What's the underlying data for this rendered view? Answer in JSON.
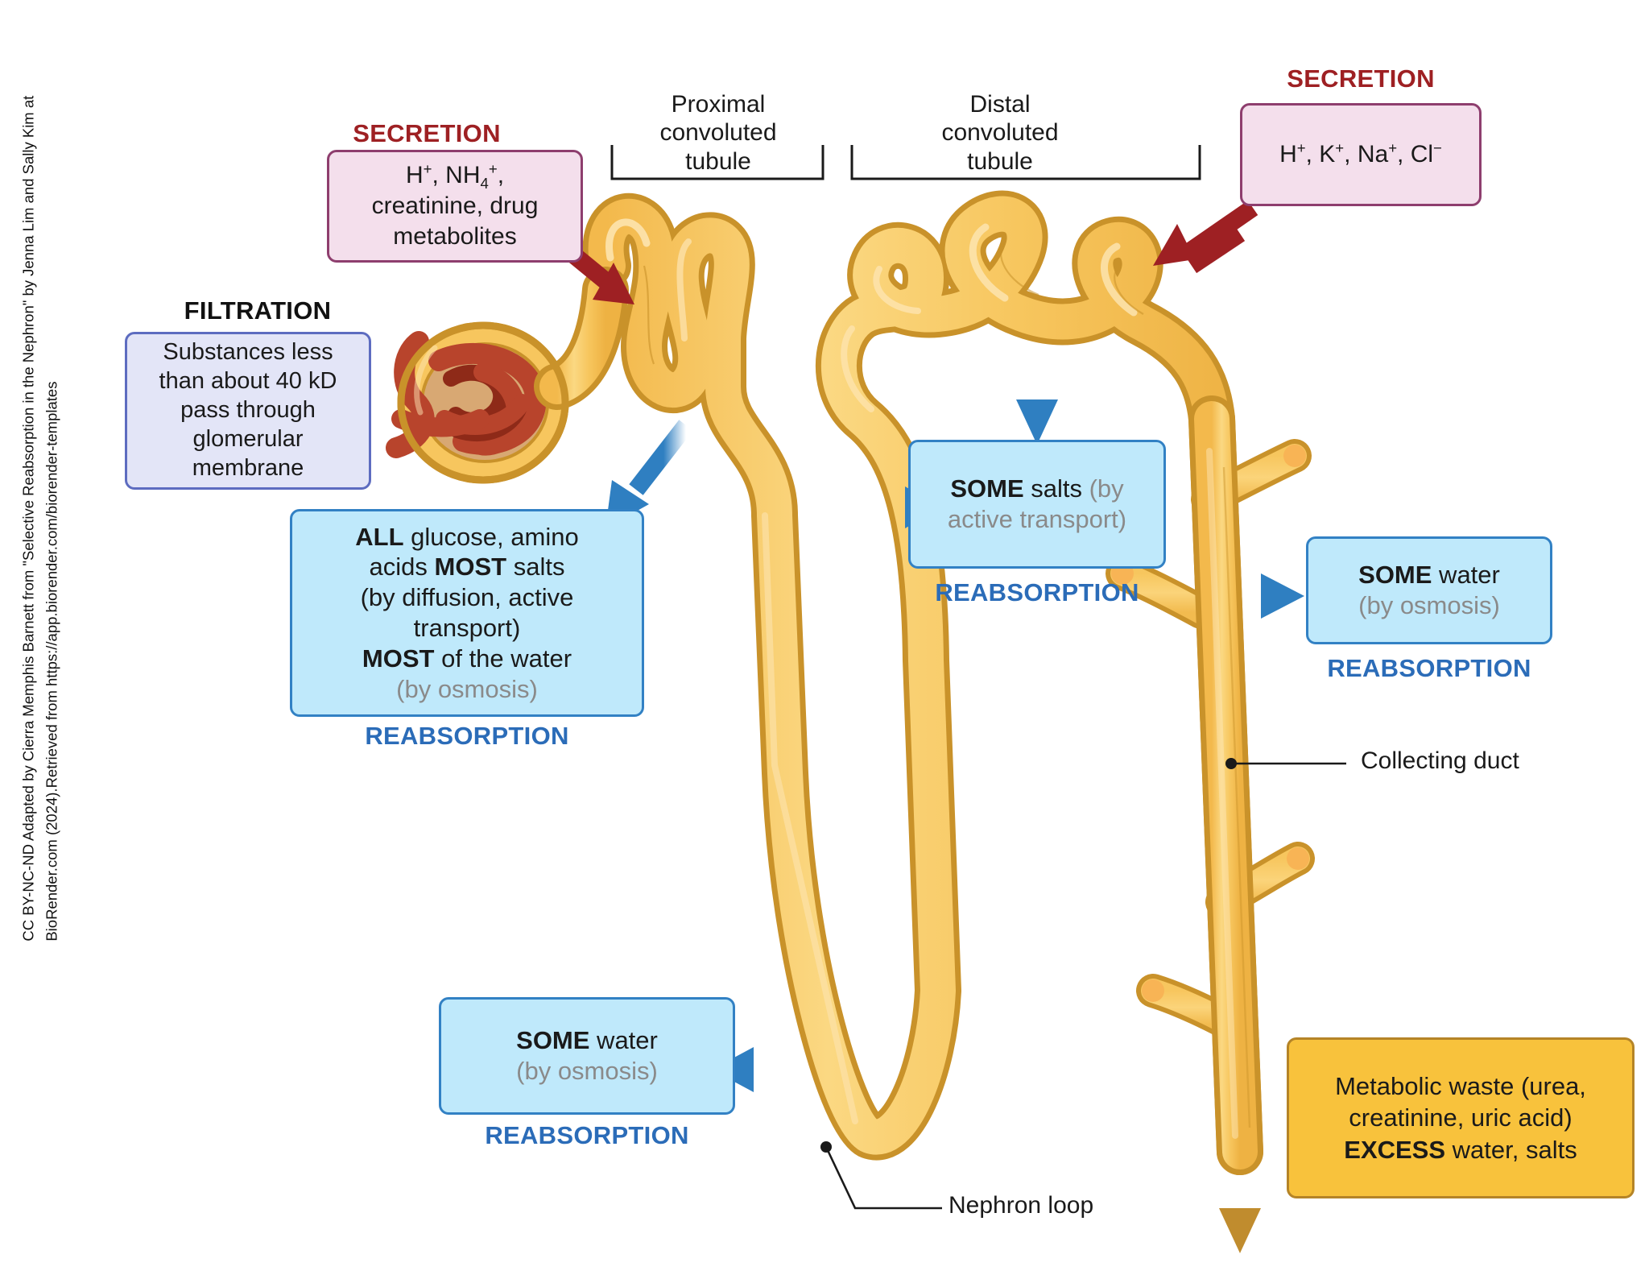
{
  "attribution": "CC BY-NC-ND Adapted by Cierra Memphis Barnett from \"Selective Reabsorption in the Nephron\" by Jenna Lim and Sally Kim at BioRender.com (2024).Retrieved from https://app.biorender.com/biorender-templates",
  "headers": {
    "secretion": "SECRETION",
    "filtration": "FILTRATION",
    "reabsorption": "REABSORPTION"
  },
  "secretion_proximal": {
    "header": "SECRETION",
    "line1_prefix": "H",
    "line1": "H+, NH4+,",
    "line2": "creatinine, drug",
    "line3": "metabolites"
  },
  "secretion_distal": {
    "header": "SECRETION",
    "line1": "H+, K+, Na+, Cl−"
  },
  "filtration": {
    "header": "FILTRATION",
    "line1": "Substances less",
    "line2": "than about 40 kD",
    "line3": "pass through",
    "line4": "glomerular",
    "line5": "membrane"
  },
  "reabsorption_proximal": {
    "bold1": "ALL",
    "text1": " glucose, amino",
    "text2": "acids ",
    "bold2": "MOST",
    "text3": " salts",
    "line3": "(by diffusion, active",
    "line4": "transport)",
    "bold3": "MOST",
    "text5": " of the water",
    "grey1": "(by osmosis)",
    "footer": "REABSORPTION"
  },
  "reabsorption_distal": {
    "bold1": "SOME",
    "text1": " salts ",
    "grey1": "(by",
    "grey2": "active transport)",
    "footer": "REABSORPTION"
  },
  "reabsorption_collecting": {
    "bold1": "SOME",
    "text1": " water",
    "grey1": "(by osmosis)",
    "footer": "REABSORPTION"
  },
  "reabsorption_loop": {
    "bold1": "SOME",
    "text1": " water",
    "grey1": "(by osmosis)",
    "footer": "REABSORPTION"
  },
  "waste": {
    "line1": "Metabolic waste (urea,",
    "line2": "creatinine, uric acid)",
    "bold1": "EXCESS",
    "text1": " water, salts"
  },
  "structure_labels": {
    "proximal_tubule": [
      "Proximal",
      "convoluted",
      "tubule"
    ],
    "distal_tubule": [
      "Distal",
      "convoluted",
      "tubule"
    ],
    "collecting_duct": "Collecting duct",
    "nephron_loop": "Nephron loop"
  },
  "colors": {
    "tubule_fill": "#f7c65e",
    "tubule_stroke": "#c9922a",
    "tubule_highlight": "#fde0a0",
    "glomerulus_capillary": "#b8442c",
    "glomerulus_capillary_dark": "#8e2a18",
    "capsule_inner": "#d8a873",
    "secretion_arrow": "#9e2023",
    "reabsorption_arrow": "#2f7fc1",
    "waste_box": "#f8c23c",
    "secretion_box": "#f4dfec",
    "filtration_box": "#e3e5f7",
    "reabsorption_box": "#bfe9fb",
    "grey_text": "#8a8a8a"
  }
}
